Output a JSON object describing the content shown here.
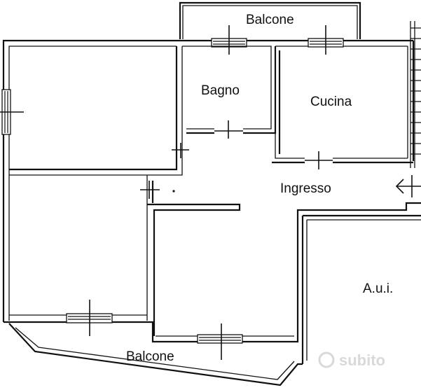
{
  "rooms": {
    "balcone_top": "Balcone",
    "bagno": "Bagno",
    "cucina": "Cucina",
    "ingresso": "Ingresso",
    "aui": "A.u.i.",
    "balcone_bottom": "Balcone"
  },
  "watermark": {
    "text": "subito"
  },
  "icons": {
    "entrance": "arrow-left-icon"
  }
}
